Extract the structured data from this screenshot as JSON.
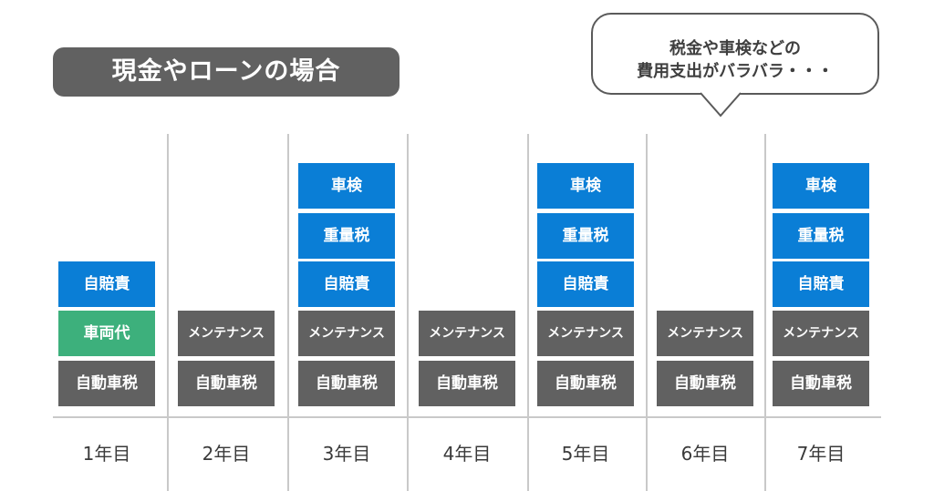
{
  "title": "現金やローンの場合",
  "bubble": {
    "line1": "税金や車検などの",
    "line2": "費用支出がバラバラ・・・"
  },
  "columns": [
    {
      "year": "1年目",
      "items": [
        {
          "label": "自動車税",
          "color": "gray"
        },
        {
          "label": "車両代",
          "color": "green"
        },
        {
          "label": "自賠責",
          "color": "blue"
        }
      ]
    },
    {
      "year": "2年目",
      "items": [
        {
          "label": "自動車税",
          "color": "gray"
        },
        {
          "label": "メンテナンス",
          "color": "gray"
        }
      ]
    },
    {
      "year": "3年目",
      "items": [
        {
          "label": "自動車税",
          "color": "gray"
        },
        {
          "label": "メンテナンス",
          "color": "gray"
        },
        {
          "label": "自賠責",
          "color": "blue"
        },
        {
          "label": "重量税",
          "color": "blue"
        },
        {
          "label": "車検",
          "color": "blue"
        }
      ]
    },
    {
      "year": "4年目",
      "items": [
        {
          "label": "自動車税",
          "color": "gray"
        },
        {
          "label": "メンテナンス",
          "color": "gray"
        }
      ]
    },
    {
      "year": "5年目",
      "items": [
        {
          "label": "自動車税",
          "color": "gray"
        },
        {
          "label": "メンテナンス",
          "color": "gray"
        },
        {
          "label": "自賠責",
          "color": "blue"
        },
        {
          "label": "重量税",
          "color": "blue"
        },
        {
          "label": "車検",
          "color": "blue"
        }
      ]
    },
    {
      "year": "6年目",
      "items": [
        {
          "label": "自動車税",
          "color": "gray"
        },
        {
          "label": "メンテナンス",
          "color": "gray"
        }
      ]
    },
    {
      "year": "7年目",
      "items": [
        {
          "label": "自動車税",
          "color": "gray"
        },
        {
          "label": "メンテナンス",
          "color": "gray"
        },
        {
          "label": "自賠責",
          "color": "blue"
        },
        {
          "label": "重量税",
          "color": "blue"
        },
        {
          "label": "車検",
          "color": "blue"
        }
      ]
    }
  ],
  "colors": {
    "blue": "#0a7ed6",
    "green": "#3db07c",
    "gray": "#616161"
  }
}
